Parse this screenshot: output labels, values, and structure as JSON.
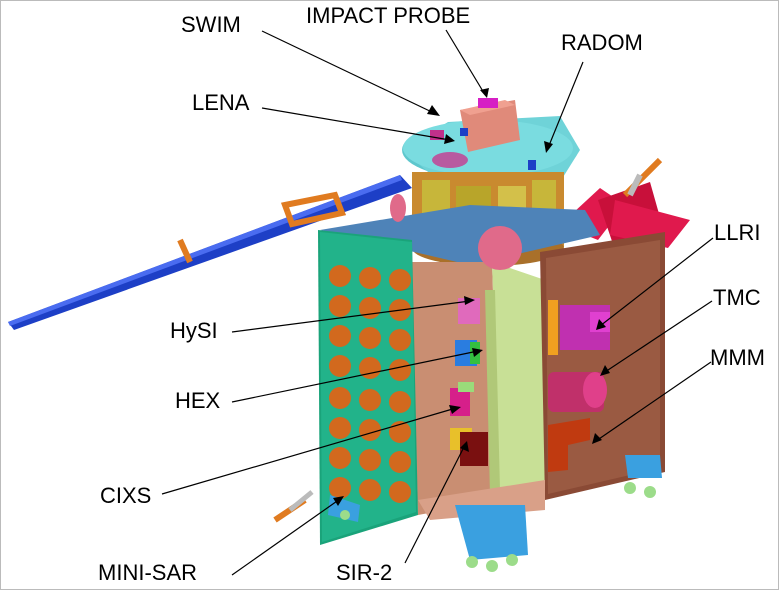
{
  "labels": {
    "swim": "SWIM",
    "impact_probe": "IMPACT PROBE",
    "radom": "RADOM",
    "lena": "LENA",
    "llri": "LLRI",
    "tmc": "TMC",
    "mmm": "MMM",
    "hysi": "HySI",
    "hex": "HEX",
    "cixs": "CIXS",
    "mini_sar": "MINI-SAR",
    "sir2": "SIR-2"
  },
  "colors": {
    "solar_panel": "#1aa37a",
    "solar_cell": "#d2691e",
    "body_side": "#d9a088",
    "top_deck": "#6fd3d8",
    "drum": "#c98a2f",
    "boom": "#1d3fc6",
    "antenna": "#e0194d"
  }
}
